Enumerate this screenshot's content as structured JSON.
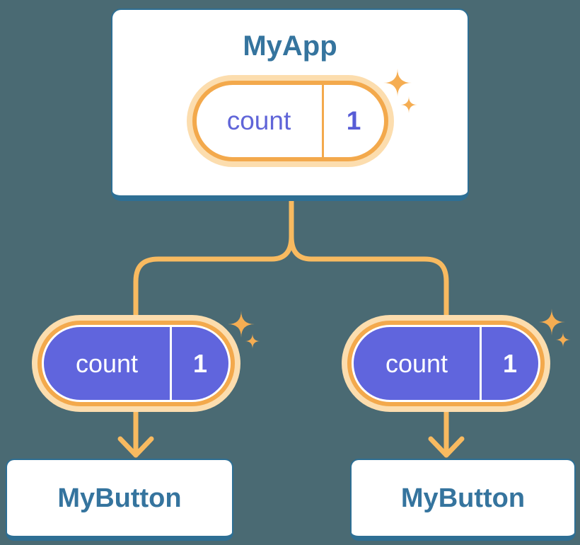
{
  "diagram": {
    "root": {
      "title": "MyApp",
      "state": {
        "name": "count",
        "value": "1"
      }
    },
    "children": [
      {
        "title": "MyButton",
        "state": {
          "name": "count",
          "value": "1"
        }
      },
      {
        "title": "MyButton",
        "state": {
          "name": "count",
          "value": "1"
        }
      }
    ]
  },
  "colors": {
    "background": "#4A6A73",
    "card_border_blue": "#2E6F94",
    "title_blue": "#35749E",
    "ring_orange": "#F3A94C",
    "ring_light_orange": "#FCDDAE",
    "connector_orange": "#F8BA60",
    "sparkle_orange": "#F5AD52",
    "pill_purple": "#6065DD",
    "state_text_purple": "#6065D8",
    "pill_text_white": "#FFFFFF"
  }
}
